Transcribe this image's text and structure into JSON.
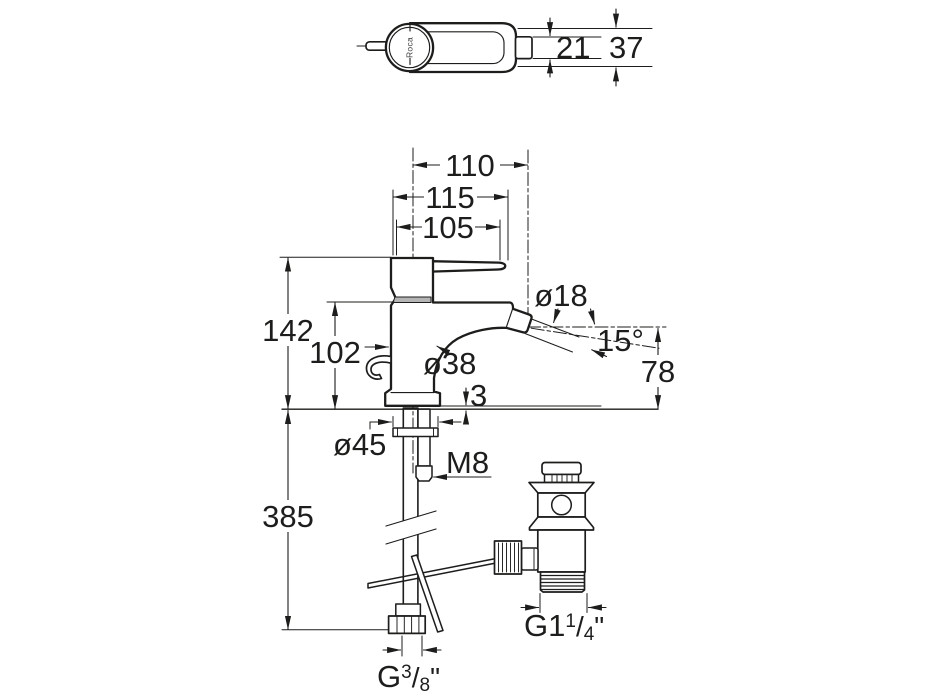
{
  "colors": {
    "background": "#ffffff",
    "line": "#1d1d1b",
    "cartridge_band": "#b5b5b5"
  },
  "brand": {
    "logo_text": "Roca"
  },
  "top_view": {
    "dims": {
      "handle_end_width": "21",
      "body_width": "37"
    }
  },
  "front_view": {
    "dims": {
      "spout_reach": "110",
      "overall_length": "115",
      "handle_length": "105",
      "overall_height": "142",
      "body_height": "102",
      "body_diameter": "ø38",
      "aerator_diameter": "ø18",
      "spout_angle": "15°",
      "spout_height": "78",
      "base_gap": "3",
      "base_plate_diameter": "ø45",
      "fixing_stud_thread": "M8",
      "hose_drop": "385"
    },
    "threads": {
      "waste": {
        "prefix": "G1",
        "sup": "1",
        "slash": "/",
        "sub": "4",
        "unit": "\""
      },
      "supply": {
        "prefix": "G",
        "sup": "3",
        "slash": "/",
        "sub": "8",
        "unit": "\""
      }
    }
  }
}
